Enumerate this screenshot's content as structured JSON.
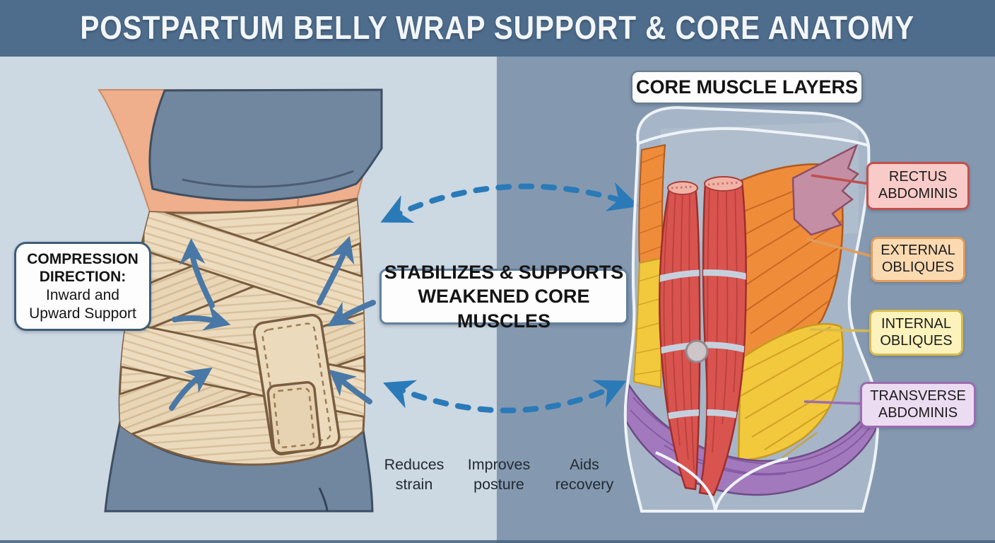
{
  "header": {
    "title": "POSTPARTUM BELLY WRAP SUPPORT & CORE ANATOMY"
  },
  "left_panel": {
    "compression_label": {
      "heading_line1": "COMPRESSION",
      "heading_line2": "DIRECTION:",
      "body_line1": "Inward and",
      "body_line2": "Upward Support"
    }
  },
  "connector": {
    "stabilizes_line1": "STABILIZES & SUPPORTS",
    "stabilizes_line2": "WEAKENED CORE MUSCLES"
  },
  "right_panel": {
    "heading": "CORE MUSCLE LAYERS",
    "muscle_labels": [
      {
        "line1": "RECTUS",
        "line2": "ABDOMINIS",
        "bg": "#f8cbc8",
        "border": "#c0504d"
      },
      {
        "line1": "EXTERNAL",
        "line2": "OBLIQUES",
        "bg": "#fbdab2",
        "border": "#e09b5c"
      },
      {
        "line1": "INTERNAL",
        "line2": "OBLIQUES",
        "bg": "#fbf2bc",
        "border": "#d8bb4e"
      },
      {
        "line1": "TRANSVERSE",
        "line2": "ABDOMINIS",
        "bg": "#ecdcf2",
        "border": "#9c6cb2"
      }
    ]
  },
  "benefits": [
    {
      "line1": "Reduces",
      "line2": "strain"
    },
    {
      "line1": "Improves",
      "line2": "posture"
    },
    {
      "line1": "Aids",
      "line2": "recovery"
    }
  ],
  "colors": {
    "header_bg": "#4e6c8b",
    "left_bg": "#ccd8e2",
    "right_bg": "#8499b0",
    "compression_arrow": "#4a78a6",
    "dashed_arrow": "#2a7ab8",
    "wrap_beige": "#ecdabc",
    "skin": "#efae8c",
    "clothing_blue": "#71879f",
    "rectus_red": "#d9534f",
    "external_orange": "#ef8c3a",
    "internal_yellow": "#f2c83c",
    "transverse_purple": "#a379bd",
    "pink_muscle": "#c48fa4"
  }
}
